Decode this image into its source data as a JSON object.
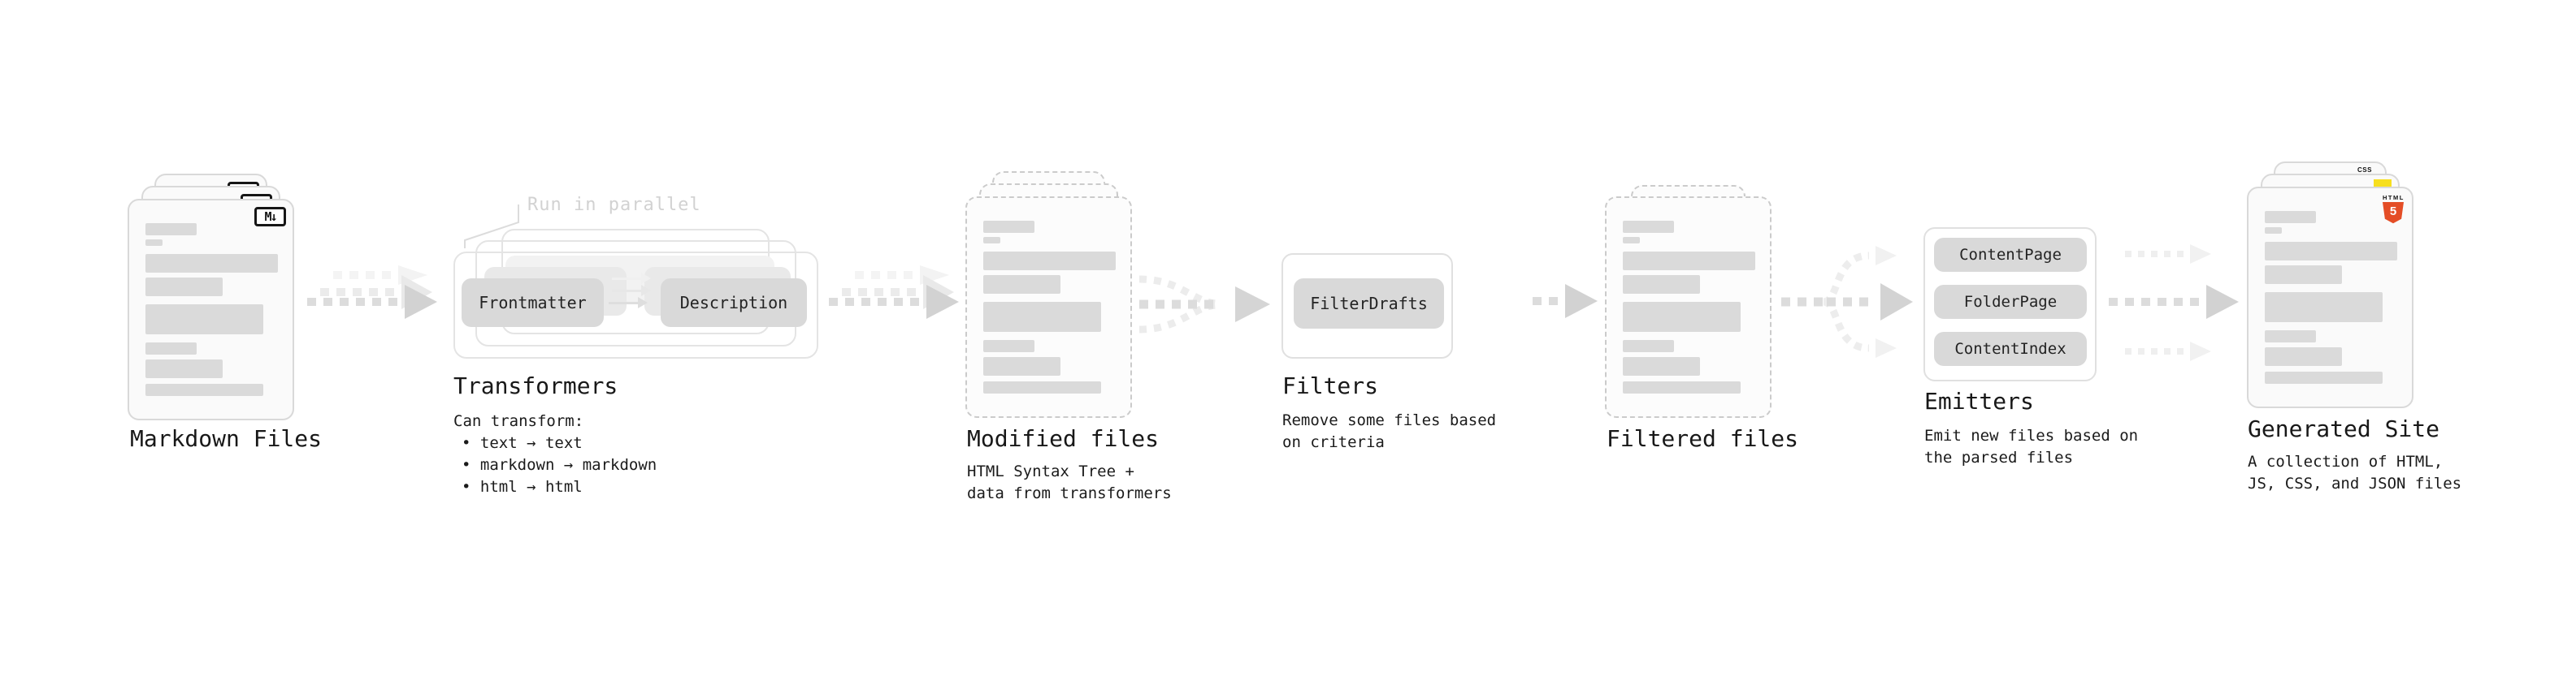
{
  "palette": {
    "background": "#ffffff",
    "card_fill": "#fafafa",
    "bar_fill": "#dadada",
    "pill_fill": "#d9d9d9",
    "outline_grey": "#e0e0e0",
    "arrow_grey": "#d2d2d2",
    "arrow_faint": "#f1f1f1",
    "annotation_grey": "#d2d2d2",
    "text": "#1b1b1b",
    "css_blue": "#2b68f6",
    "js_yellow": "#f7df1e",
    "html5_orange": "#e44d26"
  },
  "nodes": {
    "markdown_files": {
      "title": "Markdown Files",
      "badge": "M↓"
    },
    "transformers": {
      "title": "Transformers",
      "annotation": "Run in parallel",
      "input_pill": "Frontmatter",
      "output_pill": "Description",
      "desc_title": "Can transform:",
      "desc_items": [
        "• text → text",
        "• markdown → markdown",
        "• html → html"
      ]
    },
    "modified_files": {
      "title": "Modified files",
      "desc_lines": [
        "HTML Syntax Tree +",
        "data from transformers"
      ]
    },
    "filters": {
      "title": "Filters",
      "pill": "FilterDrafts",
      "desc_lines": [
        "Remove some files based",
        "on criteria"
      ]
    },
    "filtered_files": {
      "title": "Filtered files"
    },
    "emitters": {
      "title": "Emitters",
      "pills": [
        "ContentPage",
        "FolderPage",
        "ContentIndex"
      ],
      "desc_lines": [
        "Emit new files based on",
        "the parsed files"
      ]
    },
    "generated_site": {
      "title": "Generated Site",
      "css_badge": "CSS",
      "html_badge_label": "HTML",
      "html_badge_number": "5",
      "desc_lines": [
        "A collection of HTML,",
        "JS, CSS, and JSON files"
      ]
    }
  }
}
